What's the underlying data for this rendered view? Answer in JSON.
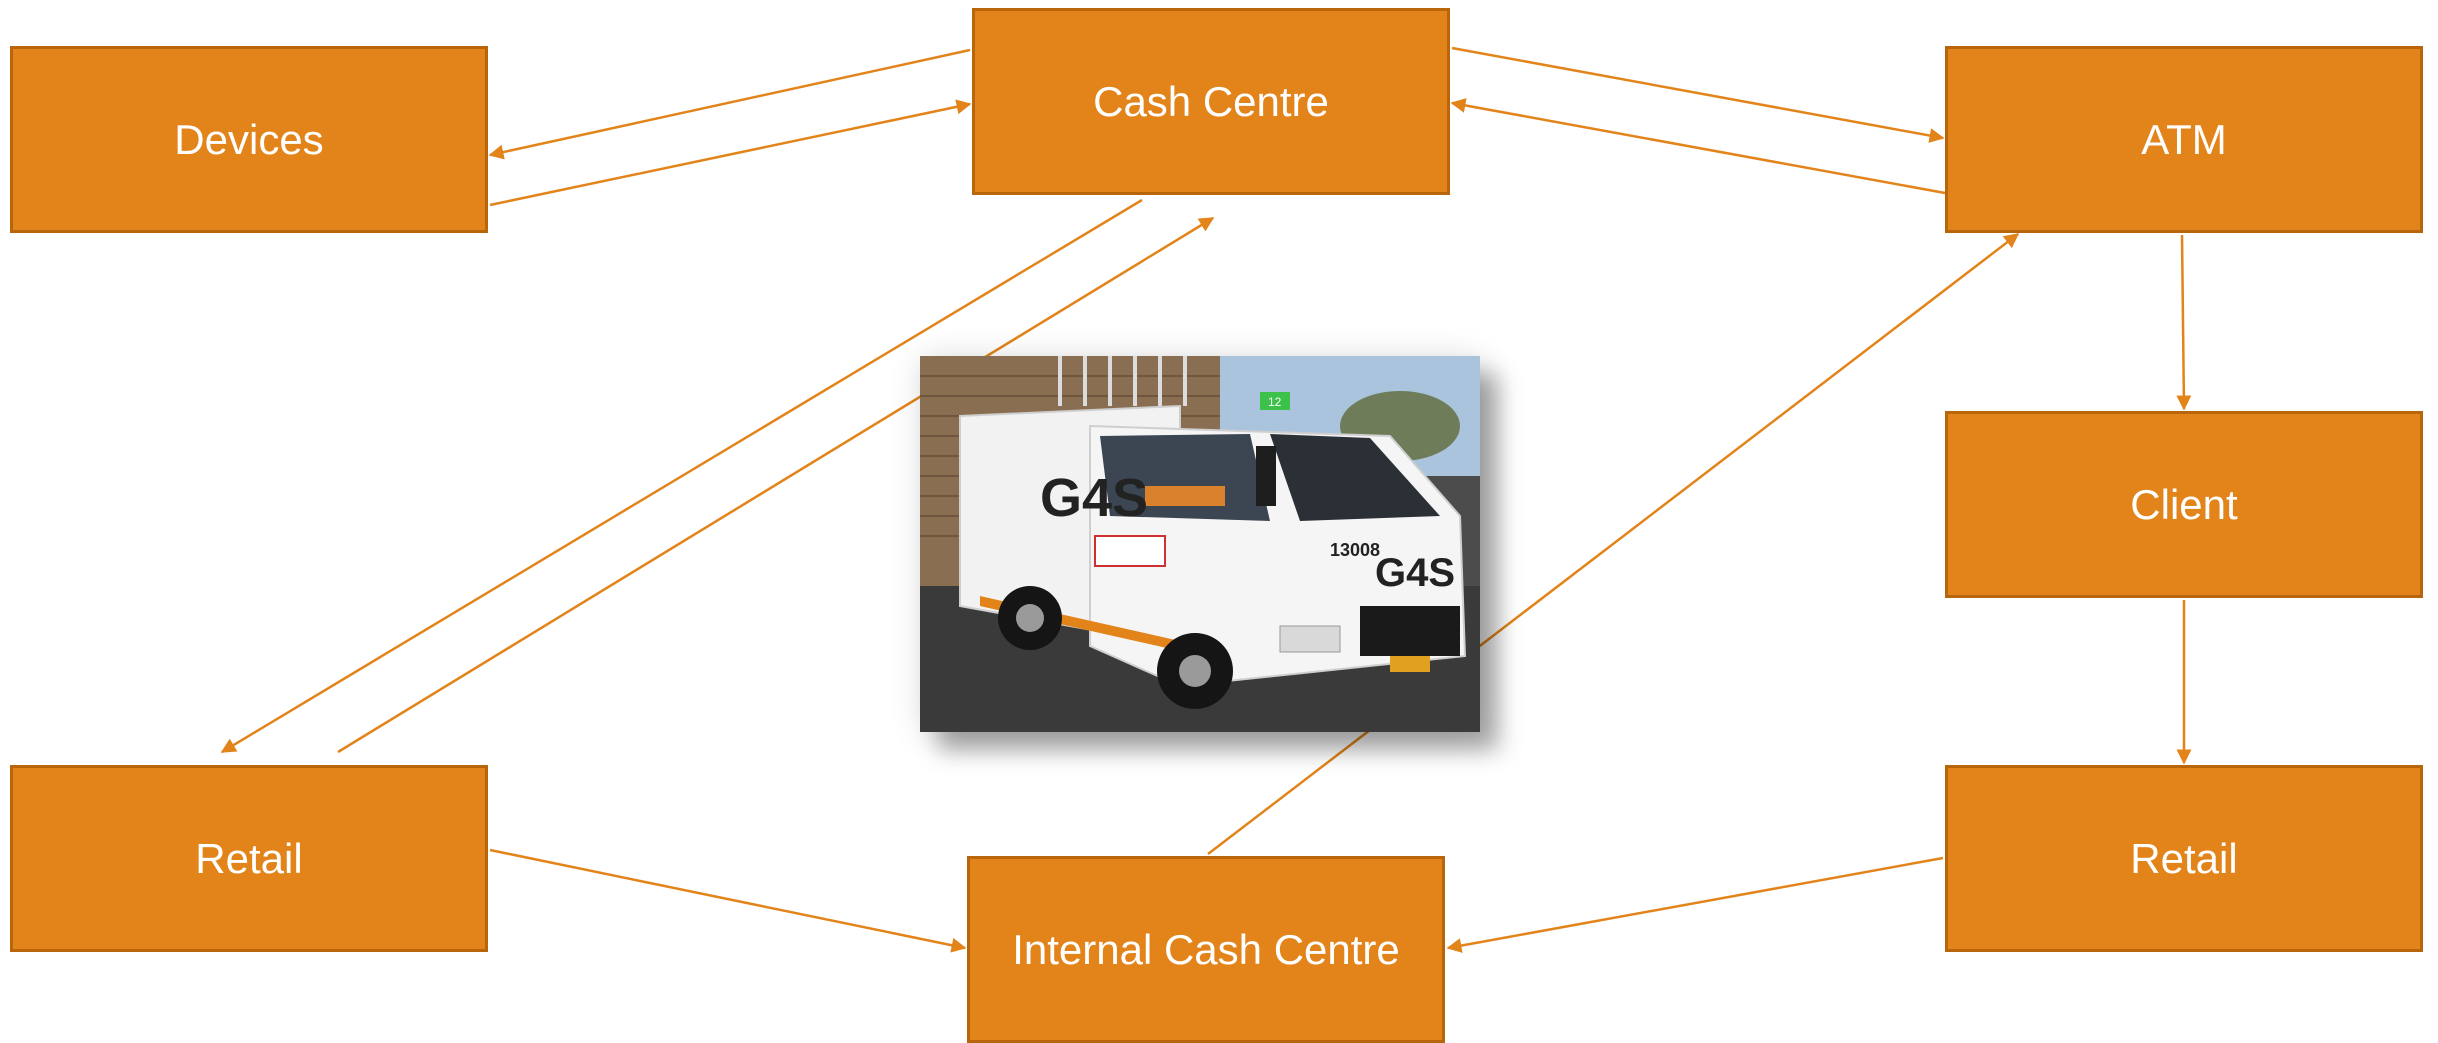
{
  "diagram": {
    "nodes": {
      "devices": "Devices",
      "cash_centre": "Cash Centre",
      "atm": "ATM",
      "client": "Client",
      "retail_left": "Retail",
      "internal_cash_centre": "Internal Cash Centre",
      "retail_right": "Retail"
    },
    "photo": {
      "logo_text": "G4S",
      "vehicle_number": "13008",
      "roof_tag": "12"
    }
  },
  "colors": {
    "node_fill": "#e3841a",
    "node_border": "#b8650c",
    "arrow": "#e3841a",
    "node_text": "#ffffff"
  }
}
